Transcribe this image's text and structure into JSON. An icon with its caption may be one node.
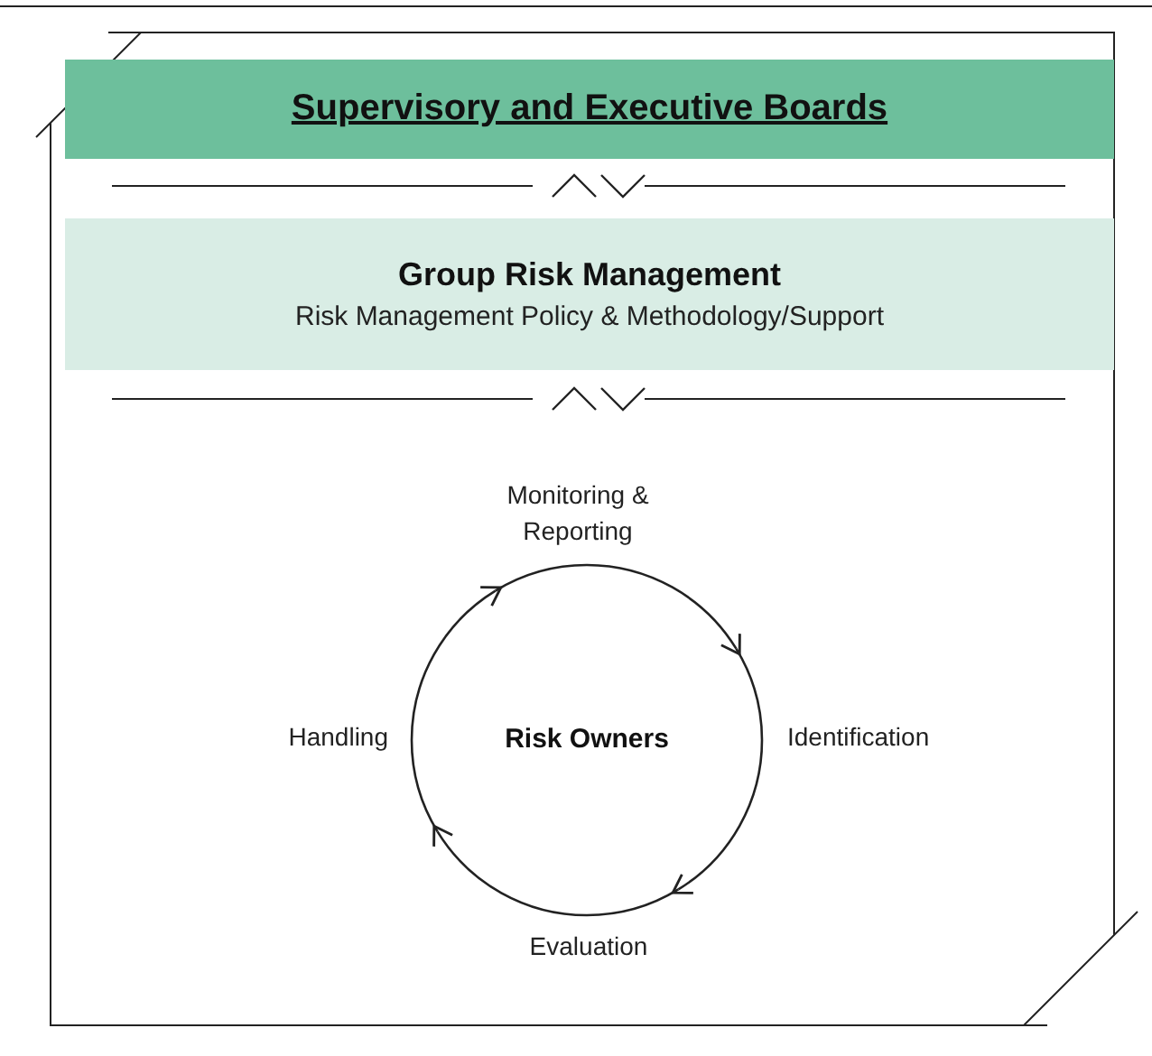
{
  "diagram": {
    "nodes": [
      {
        "text": [
          "Supervisory and Executive Boards"
        ]
      },
      {
        "text": [
          "Group Risk Management",
          "Risk Management Policy & Methodology/Support"
        ]
      },
      {
        "text": [
          "Monitoring & Reporting"
        ]
      },
      {
        "text": [
          "Handling"
        ]
      },
      {
        "text": [
          "Risk Owners"
        ]
      },
      {
        "text": [
          "Identification"
        ]
      },
      {
        "text": [
          "Evaluation"
        ]
      }
    ],
    "edges": [
      {
        "from": 0,
        "to": 1,
        "arrow": "both"
      },
      {
        "from": 1,
        "to": 2,
        "arrow": "both"
      },
      {
        "from": 2,
        "to": 5,
        "arrow": "to"
      },
      {
        "from": 5,
        "to": 6,
        "arrow": "to"
      },
      {
        "from": 6,
        "to": 3,
        "arrow": "to"
      },
      {
        "from": 3,
        "to": 2,
        "arrow": "to"
      }
    ]
  }
}
